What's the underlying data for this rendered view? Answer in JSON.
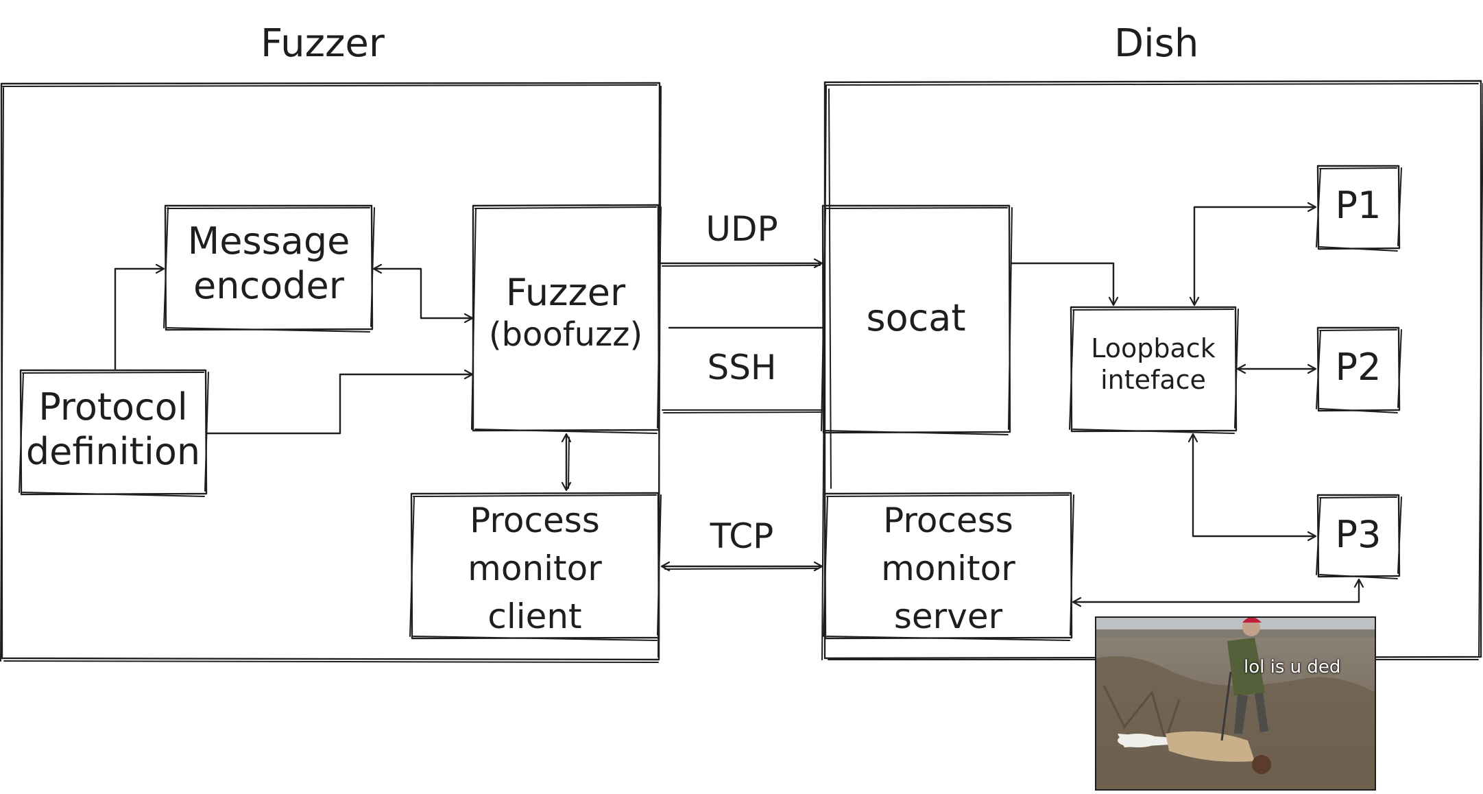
{
  "diagram": {
    "groups": {
      "fuzzer": {
        "title": "Fuzzer"
      },
      "dish": {
        "title": "Dish"
      }
    },
    "nodes": {
      "message_encoder": {
        "line1": "Message",
        "line2": "encoder"
      },
      "fuzzer_boofuzz": {
        "line1": "Fuzzer",
        "line2": "(boofuzz)"
      },
      "protocol_definition": {
        "line1": "Protocol",
        "line2": "definition"
      },
      "process_monitor_client": {
        "line1": "Process",
        "line2": "monitor",
        "line3": "client"
      },
      "socat": {
        "label": "socat"
      },
      "loopback_interface": {
        "line1": "Loopback",
        "line2": "inteface"
      },
      "p1": {
        "label": "P1"
      },
      "p2": {
        "label": "P2"
      },
      "p3": {
        "label": "P3"
      },
      "process_monitor_server": {
        "line1": "Process",
        "line2": "monitor",
        "line3": "server"
      }
    },
    "edges": {
      "udp": "UDP",
      "ssh": "SSH",
      "tcp": "TCP"
    },
    "meme": {
      "caption": "lol is u ded"
    }
  }
}
